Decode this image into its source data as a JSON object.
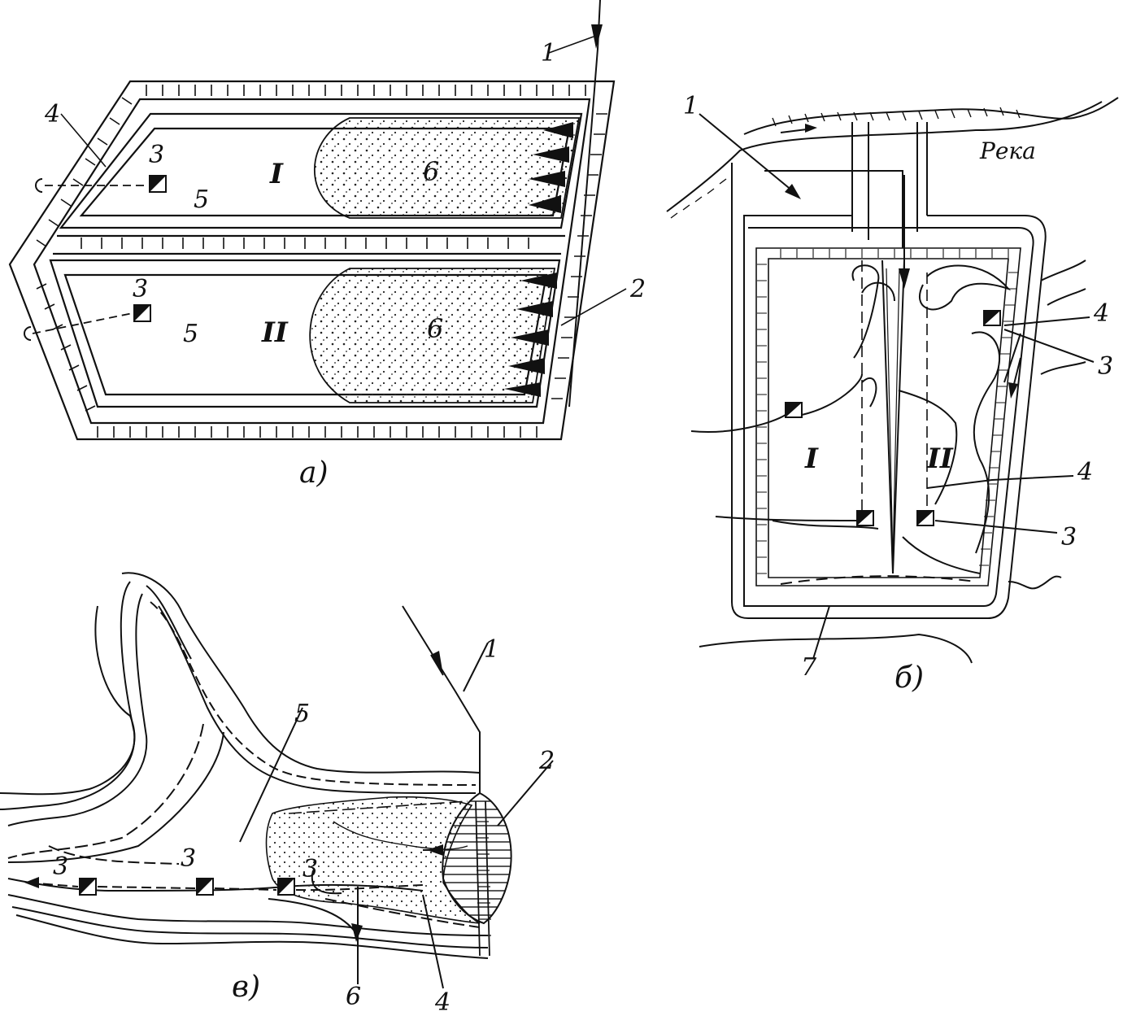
{
  "panel_a": {
    "caption": "а)",
    "labels": {
      "n1": "1",
      "n2": "2",
      "n3a": "3",
      "n3b": "3",
      "n4": "4",
      "n5a": "5",
      "n5b": "5",
      "n6a": "6",
      "n6b": "6"
    },
    "roman": {
      "I": "I",
      "II": "II"
    }
  },
  "panel_b": {
    "caption": "б)",
    "river": "Река",
    "labels": {
      "n1": "1",
      "n3a": "3",
      "n3b": "3",
      "n4a": "4",
      "n4b": "4",
      "n7": "7"
    },
    "roman": {
      "I": "I",
      "II": "II"
    }
  },
  "panel_c": {
    "caption": "в)",
    "labels": {
      "n1": "1",
      "n2": "2",
      "n3a": "3",
      "n3b": "3",
      "n3c": "3",
      "n4": "4",
      "n5": "5",
      "n6": "6"
    }
  }
}
